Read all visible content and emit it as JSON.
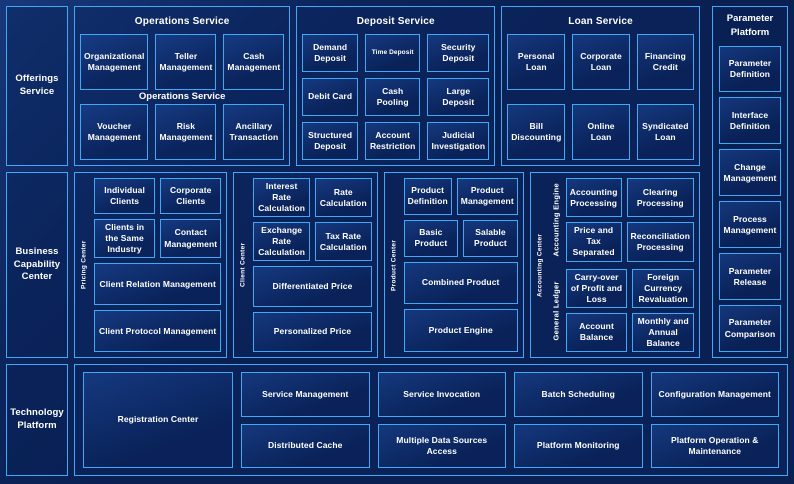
{
  "diagram": {
    "accent_color": "#3fa9f5",
    "background_color": "#0a2053",
    "text_color": "#ffffff"
  },
  "rows": {
    "offerings": {
      "spine_label": "Offerings Service",
      "sections": [
        {
          "title": "Operations Service",
          "duplicate_caption": "Operations Service",
          "cells": [
            "Organizational Management",
            "Teller Management",
            "Cash Management",
            "Voucher Management",
            "Risk Management",
            "Ancillary Transaction"
          ]
        },
        {
          "title": "Deposit Service",
          "cells": [
            "Demand Deposit",
            "Time Deposit",
            "Security Deposit",
            "Debit Card",
            "Cash Pooling",
            "Large Deposit",
            "Structured Deposit",
            "Account Restriction",
            "Judicial Investigation"
          ]
        },
        {
          "title": "Loan Service",
          "cells": [
            "Personal Loan",
            "Corporate Loan",
            "Financing Credit",
            "Bill Discounting",
            "Online Loan",
            "Syndicated Loan"
          ]
        }
      ]
    },
    "business_capability": {
      "spine_label": "Business Capability Center",
      "panels": [
        {
          "vertical_label": "Pricing Center",
          "duo_top": [
            "Individual Clients",
            "Corporate Clients"
          ],
          "duo_bottom": [
            "Clients in the Same Industry",
            "Contact Management"
          ],
          "wide": [
            "Client Relation Management",
            "Client Protocol Management"
          ]
        },
        {
          "vertical_label": "Client Center",
          "duo_top": [
            "Interest Rate Calculation",
            "Rate Calculation"
          ],
          "duo_bottom": [
            "Exchange Rate Calculation",
            "Tax Rate Calculation"
          ],
          "wide": [
            "Differentiated Price",
            "Personalized Price"
          ]
        },
        {
          "vertical_label": "Product Center",
          "duo_top": [
            "Product Definition",
            "Product Management"
          ],
          "duo_bottom": [
            "Basic Product",
            "Salable Product"
          ],
          "wide": [
            "Combined Product",
            "Product Engine"
          ]
        }
      ],
      "accounting": {
        "vertical_label": "Accounting Center",
        "subsections": [
          {
            "vertical_label": "Accounting Engine",
            "cells": [
              "Accounting Processing",
              "Clearing Processing",
              "Price and Tax Separated",
              "Reconciliation Processing"
            ]
          },
          {
            "vertical_label": "General  Ledger",
            "cells": [
              "Carry-over of Profit and Loss",
              "Foreign Currency Revaluation",
              "Account Balance",
              "Monthly and Annual Balance"
            ]
          }
        ]
      }
    },
    "technology": {
      "spine_label": "Technology Platform",
      "registration": "Registration Center",
      "columns": [
        [
          "Service Management",
          "Distributed Cache"
        ],
        [
          "Service Invocation",
          "Multiple Data Sources Access"
        ],
        [
          "Batch Scheduling",
          "Platform Monitoring"
        ],
        [
          "Configuration Management",
          "Platform Operation & Maintenance"
        ]
      ]
    }
  },
  "parameter_platform": {
    "title": "Parameter Platform",
    "items": [
      "Parameter Definition",
      "Interface Definition",
      "Change Management",
      "Process Management",
      "Parameter Release",
      "Parameter Comparison"
    ]
  }
}
